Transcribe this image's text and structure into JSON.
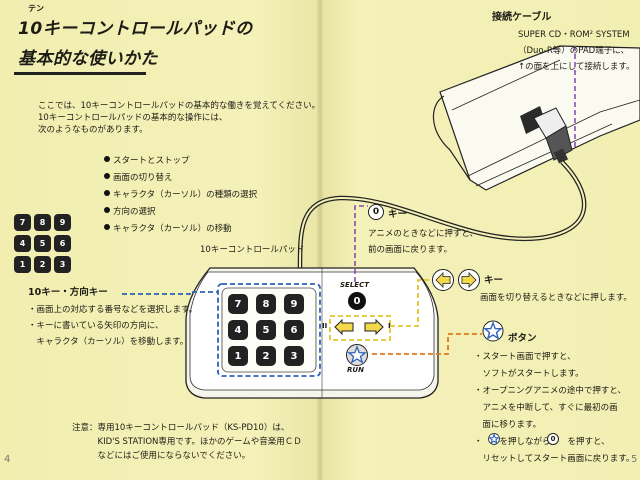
{
  "left_page": {
    "title_ruby": "テン",
    "title_line1": "10キーコントロールパッドの",
    "title_line2": "基本的な使いかた",
    "intro": [
      "ここでは、10キーコントロールパッドの基本的な働きを覚えてください。",
      "10キーコントロールパッドの基本的な操作には、",
      "次のようなものがあります。"
    ],
    "bullets": [
      "スタートとストップ",
      "画面の切り替え",
      "キャラクタ（カーソル）の種類の選択",
      "方向の選択",
      "キャラクタ（カーソル）の移動"
    ],
    "key_grid": [
      [
        "7",
        "8",
        "9"
      ],
      [
        "4",
        "5",
        "6"
      ],
      [
        "1",
        "2",
        "3"
      ]
    ],
    "pad_label": "10キーコントロールパッド",
    "tenkey_heading": "10キー・方向キー",
    "tenkey_desc": [
      "・画面上の対応する番号などを選択します。",
      "・キーに書いている矢印の方向に、",
      "　キャラクタ（カーソル）を移動します。"
    ],
    "pad_keys": [
      "7",
      "8",
      "9",
      "4",
      "5",
      "6",
      "1",
      "2",
      "3"
    ],
    "select_label": "SELECT",
    "run_label": "RUN",
    "roman_two": "II",
    "roman_one": "I",
    "zero_key": "0",
    "note": [
      "注意：専用10キーコントロールパッド（KS-PD10）は、",
      "　　　KID'S STATION専用です。ほかのゲームや音楽用ＣＤ",
      "　　　などにはご使用にならないでください。"
    ],
    "page_number": "4"
  },
  "right_page": {
    "cable_heading": "接続ケーブル",
    "cable_desc": [
      "SUPER CD・ROM² SYSTEM",
      "（Duo-R等）のPAD端子に、",
      "↑の面を上にして接続します。"
    ],
    "zero_heading": "キー",
    "zero_desc": [
      "アニメのときなどに押すと、",
      "前の画面に戻ります。"
    ],
    "arrow_heading": "キー",
    "arrow_desc": "画面を切り替えるときなどに押します。",
    "star_heading": "ボタン",
    "star_desc": [
      "・スタート画面で押すと、",
      "　ソフトがスタートします。",
      "・オープニングアニメの途中で押すと、",
      "　アニメを中断して、すぐに最初の画",
      "　面に移ります。",
      "・　　を押しながら　　を押すと、",
      "　リセットしてスタート画面に戻ります。"
    ],
    "page_number": "5"
  },
  "colors": {
    "paper": "#f3f0b6",
    "leader_blue": "#2b63b8",
    "leader_purple": "#8a4fb0",
    "leader_orange": "#e07a1e",
    "leader_yellow": "#e5c62a",
    "button_yellow": "#f2d84a"
  }
}
